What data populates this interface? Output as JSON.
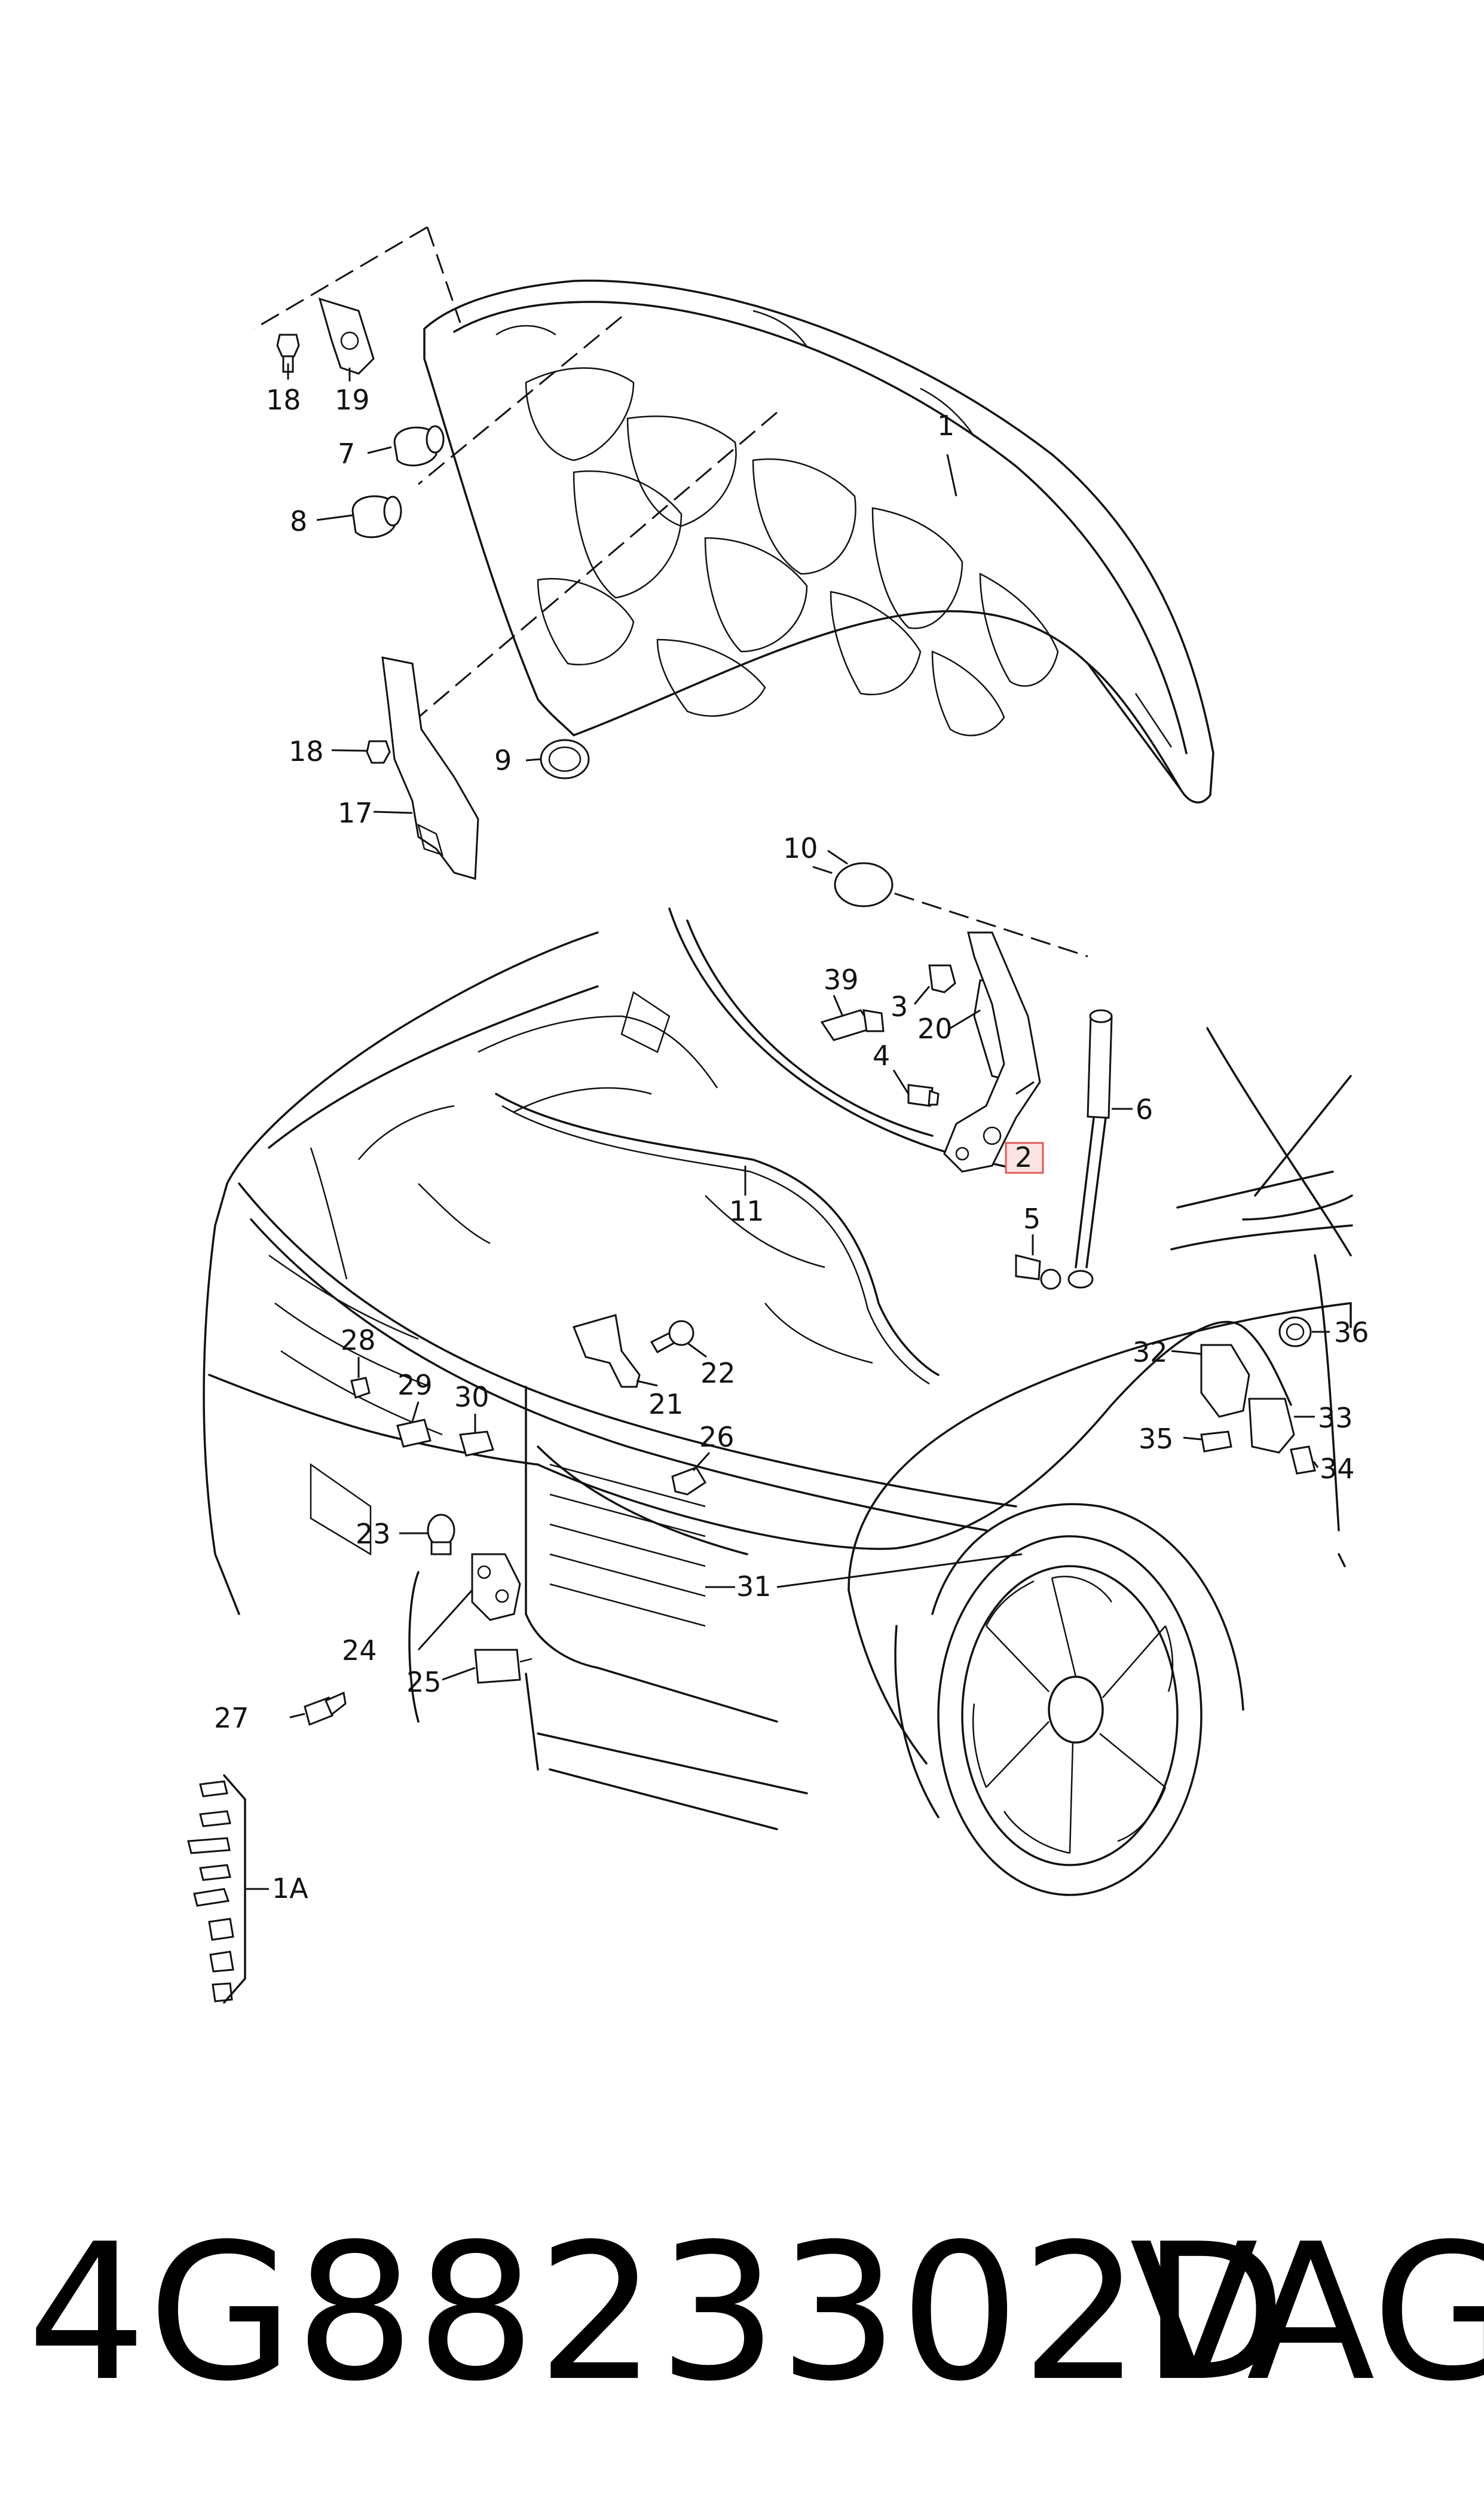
{
  "footer": {
    "part_number": "4G8823302D",
    "brand": "VAG"
  },
  "callouts": [
    {
      "key": "1",
      "label": "1"
    },
    {
      "key": "1A",
      "label": "1A"
    },
    {
      "key": "2",
      "label": "2",
      "highlight": true,
      "highlight_color": "#e05a5a",
      "highlight_fill": "#fde4e4"
    },
    {
      "key": "3",
      "label": "3"
    },
    {
      "key": "4",
      "label": "4"
    },
    {
      "key": "5",
      "label": "5"
    },
    {
      "key": "6",
      "label": "6"
    },
    {
      "key": "7",
      "label": "7"
    },
    {
      "key": "8",
      "label": "8"
    },
    {
      "key": "9",
      "label": "9"
    },
    {
      "key": "10",
      "label": "10"
    },
    {
      "key": "11",
      "label": "11"
    },
    {
      "key": "17",
      "label": "17"
    },
    {
      "key": "18a",
      "label": "18"
    },
    {
      "key": "18b",
      "label": "18"
    },
    {
      "key": "19",
      "label": "19"
    },
    {
      "key": "20",
      "label": "20"
    },
    {
      "key": "21",
      "label": "21"
    },
    {
      "key": "22",
      "label": "22"
    },
    {
      "key": "23",
      "label": "23"
    },
    {
      "key": "24",
      "label": "24"
    },
    {
      "key": "25",
      "label": "25"
    },
    {
      "key": "26",
      "label": "26"
    },
    {
      "key": "27",
      "label": "27"
    },
    {
      "key": "28",
      "label": "28"
    },
    {
      "key": "29",
      "label": "29"
    },
    {
      "key": "30",
      "label": "30"
    },
    {
      "key": "31",
      "label": "31"
    },
    {
      "key": "32",
      "label": "32"
    },
    {
      "key": "33",
      "label": "33"
    },
    {
      "key": "34",
      "label": "34"
    },
    {
      "key": "35",
      "label": "35"
    },
    {
      "key": "36",
      "label": "36"
    },
    {
      "key": "39",
      "label": "39"
    }
  ],
  "colors": {
    "ink": "#111111",
    "background": "#ffffff"
  }
}
